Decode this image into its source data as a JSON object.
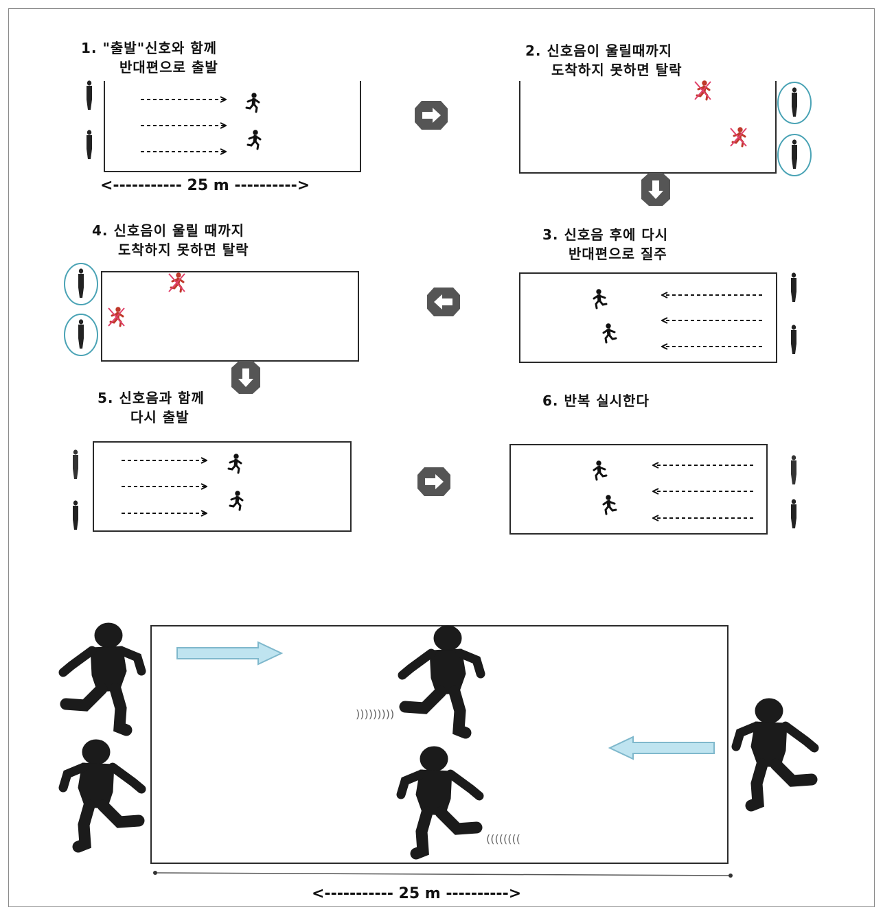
{
  "steps": {
    "s1": {
      "line1": "1.  \"출발\"신호와 함께",
      "line2": "반대편으로 출발"
    },
    "s2": {
      "line1": "2. 신호음이 울릴때까지",
      "line2": "도착하지 못하면 탈락"
    },
    "s3": {
      "line1": "3. 신호음 후에 다시",
      "line2": "반대편으로 질주"
    },
    "s4": {
      "line1": "4. 신호음이 울릴 때까지",
      "line2": "도착하지 못하면 탈락"
    },
    "s5": {
      "line1": "5. 신호음과 함께",
      "line2": "다시 출발"
    },
    "s6": {
      "line1": "6. 반복 실시한다"
    }
  },
  "distance": {
    "top": "<-----------  25 m  ---------->",
    "bottom": "<-----------  25 m  ---------->"
  },
  "colors": {
    "outline": "#2a2a2a",
    "eliminated": "#c0392b",
    "highlight": "#4aa3b5",
    "arrow_fill": "#bfe4f0",
    "arrow_stroke": "#7fb8cc",
    "silhouette": "#1b1b1b",
    "nav_arrow": "#555555"
  }
}
